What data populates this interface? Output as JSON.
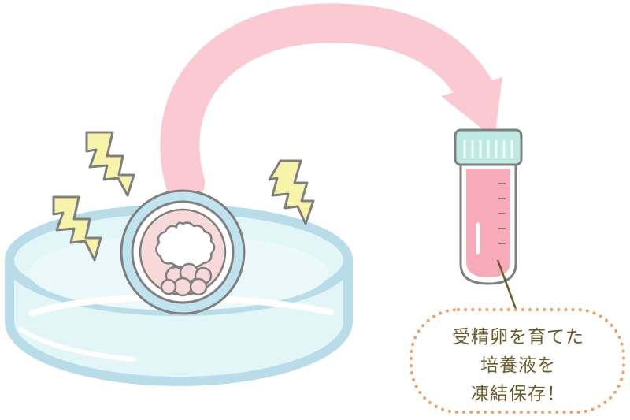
{
  "callout": {
    "lines": [
      "受精卵を育てた",
      "培養液を",
      "凍結保存！"
    ]
  },
  "colors": {
    "arrow": "#fbc9d2",
    "dish_fill": "#e3f6f7",
    "dish_stroke": "#b9dde8",
    "embryo_ring": "#bfe3ef",
    "cells": "#f8d9d9",
    "bolt_fill": "#f7f4a9",
    "outline": "#7f7f7f",
    "tube_cap": "#bfe9e3",
    "tube_liquid": "#f7aab9",
    "callout_border": "#f0a060",
    "text": "#6b5a2b"
  },
  "icons": [
    "lightning-bolt-icon",
    "petri-dish",
    "embryo",
    "cryo-tube",
    "curved-arrow-icon"
  ]
}
